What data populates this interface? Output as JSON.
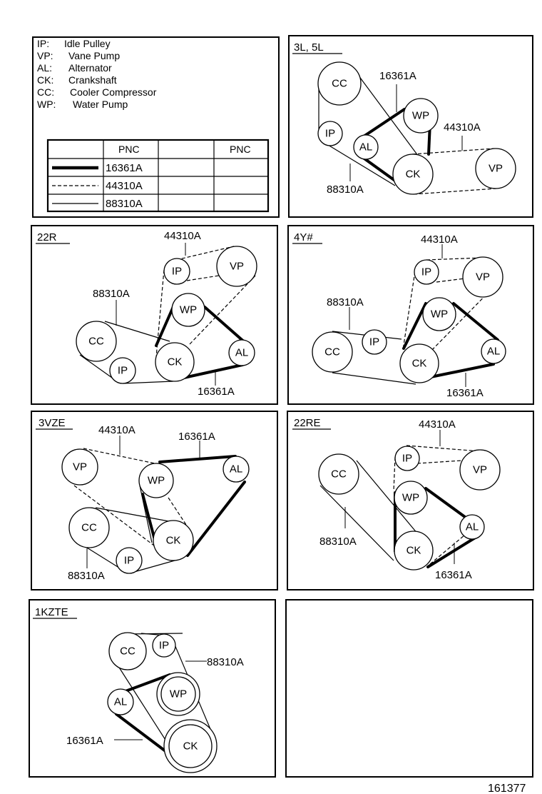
{
  "legend": {
    "items": [
      {
        "code": "IP:",
        "name": "Idle Pulley"
      },
      {
        "code": "VP:",
        "name": "Vane Pump"
      },
      {
        "code": "AL:",
        "name": "Alternator"
      },
      {
        "code": "CK:",
        "name": "Crankshaft"
      },
      {
        "code": "CC:",
        "name": "Cooler Compressor"
      },
      {
        "code": "WP:",
        "name": "Water Pump"
      }
    ],
    "table_header": "PNC",
    "table_rows": [
      "16361A",
      "44310A",
      "88310A"
    ]
  },
  "panels": {
    "p3l5l": "3L, 5L",
    "p22r": "22R",
    "p4y": "4Y#",
    "p3vze": "3VZE",
    "p22re": "22RE",
    "p1kzte": "1KZTE"
  },
  "pulleys": {
    "cc": "CC",
    "ip": "IP",
    "wp": "WP",
    "al": "AL",
    "ck": "CK",
    "vp": "VP"
  },
  "parts": {
    "p16361": "16361A",
    "p44310": "44310A",
    "p88310": "88310A"
  },
  "figure_number": "161377"
}
